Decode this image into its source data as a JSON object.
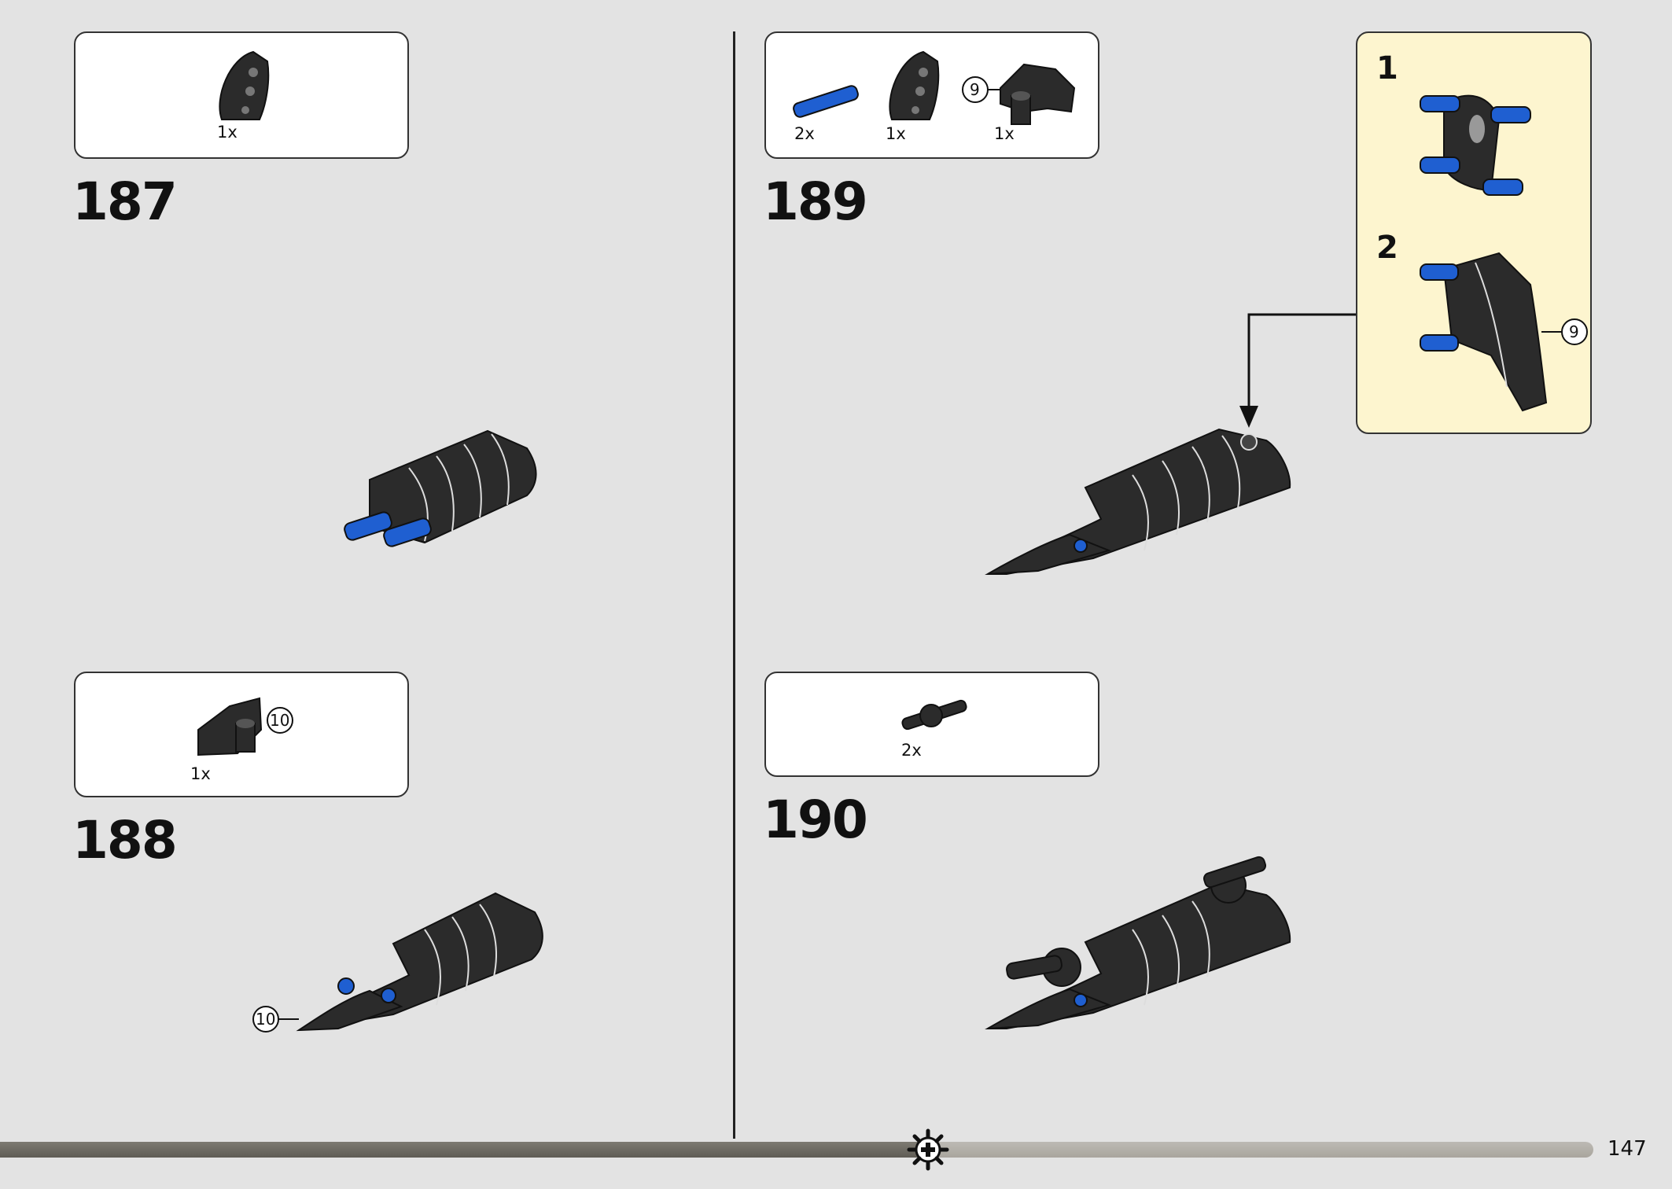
{
  "page": {
    "number": "147",
    "progress_fraction": 0.58
  },
  "steps": [
    {
      "number": "187",
      "parts": [
        {
          "qty": "1x",
          "icon": "black-curved-panel-icon"
        }
      ]
    },
    {
      "number": "188",
      "parts": [
        {
          "qty": "1x",
          "icon": "black-angled-connector-icon",
          "callout": "10"
        }
      ],
      "model_callout": "10"
    },
    {
      "number": "189",
      "parts": [
        {
          "qty": "2x",
          "icon": "blue-axle-pin-icon"
        },
        {
          "qty": "1x",
          "icon": "black-curved-panel-icon"
        },
        {
          "qty": "1x",
          "icon": "black-angled-connector-icon",
          "callout": "9"
        }
      ],
      "substeps": [
        {
          "number": "1"
        },
        {
          "number": "2",
          "callout": "9"
        }
      ]
    },
    {
      "number": "190",
      "parts": [
        {
          "qty": "2x",
          "icon": "black-ball-joint-icon"
        }
      ]
    }
  ],
  "colors": {
    "background": "#e3e3e3",
    "callout_bg": "#fdf5cf",
    "part_black": "#2b2b2b",
    "part_blue": "#1f5fd1"
  }
}
